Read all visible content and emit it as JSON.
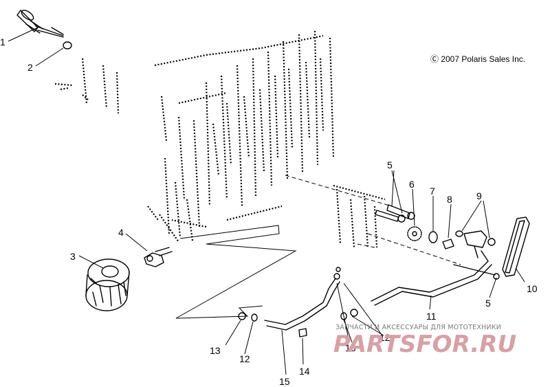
{
  "copyright": "Ⓒ 2007 Polaris Sales Inc.",
  "watermark": {
    "tagline": "ЗАПЧАСТИ И АКСЕССУАРЫ ДЛЯ МОТОТЕХНИКИ",
    "brand": "PARTSFOR.RU"
  },
  "callouts": [
    {
      "id": "c1",
      "label": "1"
    },
    {
      "id": "c2",
      "label": "2"
    },
    {
      "id": "c3",
      "label": "3"
    },
    {
      "id": "c4",
      "label": "4"
    },
    {
      "id": "c5a",
      "label": "5"
    },
    {
      "id": "c5b",
      "label": "5"
    },
    {
      "id": "c6",
      "label": "6"
    },
    {
      "id": "c7",
      "label": "7"
    },
    {
      "id": "c8",
      "label": "8"
    },
    {
      "id": "c9",
      "label": "9"
    },
    {
      "id": "c10",
      "label": "10"
    },
    {
      "id": "c11",
      "label": "11"
    },
    {
      "id": "c12a",
      "label": "12"
    },
    {
      "id": "c12b",
      "label": "12"
    },
    {
      "id": "c13a",
      "label": "13"
    },
    {
      "id": "c13b",
      "label": "13"
    },
    {
      "id": "c14",
      "label": "14"
    },
    {
      "id": "c15",
      "label": "15"
    }
  ]
}
